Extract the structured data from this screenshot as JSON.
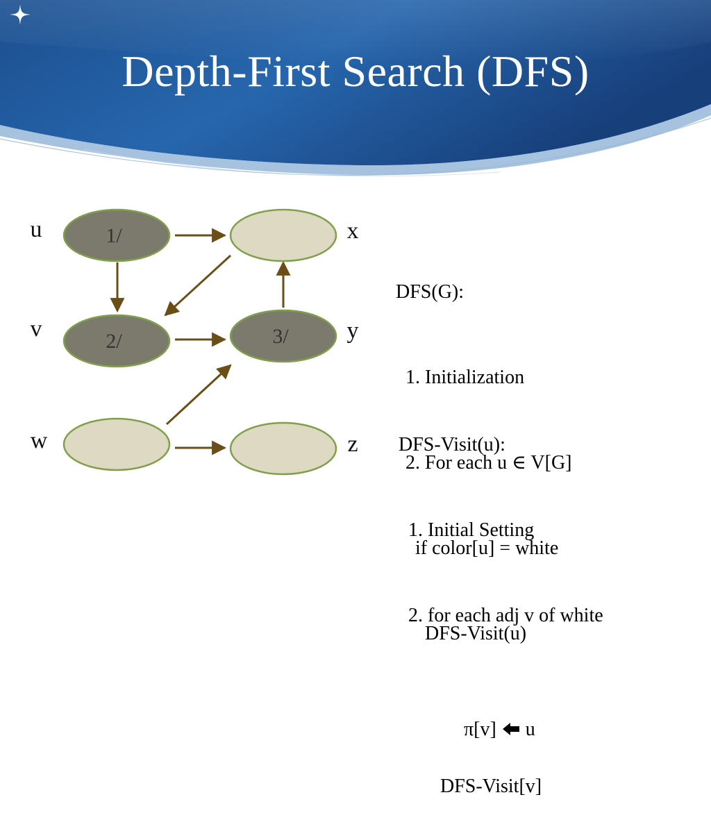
{
  "slide": {
    "title": "Depth-First Search (DFS)"
  },
  "colors": {
    "header_blue": "#1f5a9e",
    "header_dark": "#143f78",
    "node_gray": "#7c7a6c",
    "node_light": "#ddd9c3",
    "node_border": "#7fa04a",
    "edge": "#6b4e16"
  },
  "graph": {
    "nodes": [
      {
        "id": "u",
        "name": "u",
        "label": "1/",
        "state": "gray"
      },
      {
        "id": "x",
        "name": "x",
        "label": "",
        "state": "white"
      },
      {
        "id": "v",
        "name": "v",
        "label": "2/",
        "state": "gray"
      },
      {
        "id": "y",
        "name": "y",
        "label": "3/",
        "state": "gray"
      },
      {
        "id": "w",
        "name": "w",
        "label": "",
        "state": "white"
      },
      {
        "id": "z",
        "name": "z",
        "label": "",
        "state": "white"
      }
    ],
    "edges": [
      {
        "from": "u",
        "to": "x"
      },
      {
        "from": "u",
        "to": "v"
      },
      {
        "from": "x",
        "to": "v"
      },
      {
        "from": "v",
        "to": "y"
      },
      {
        "from": "y",
        "to": "x"
      },
      {
        "from": "w",
        "to": "y"
      },
      {
        "from": "w",
        "to": "z"
      }
    ]
  },
  "dfs": {
    "lines": [
      "DFS(G):",
      "  1. Initialization",
      "  2. For each u ∈ V[G]",
      "    if color[u] = white",
      "      DFS-Visit(u)"
    ]
  },
  "dfs_visit": {
    "line1": "DFS-Visit(u):",
    "line2": "  1. Initial Setting",
    "line3": "  2. for each adj v of white",
    "line4_pre": "π[v] ",
    "arrow": "🡰",
    "arrow_icon": "left-arrow-icon",
    "line4_post": " u",
    "line5": "DFS-Visit[v]"
  }
}
